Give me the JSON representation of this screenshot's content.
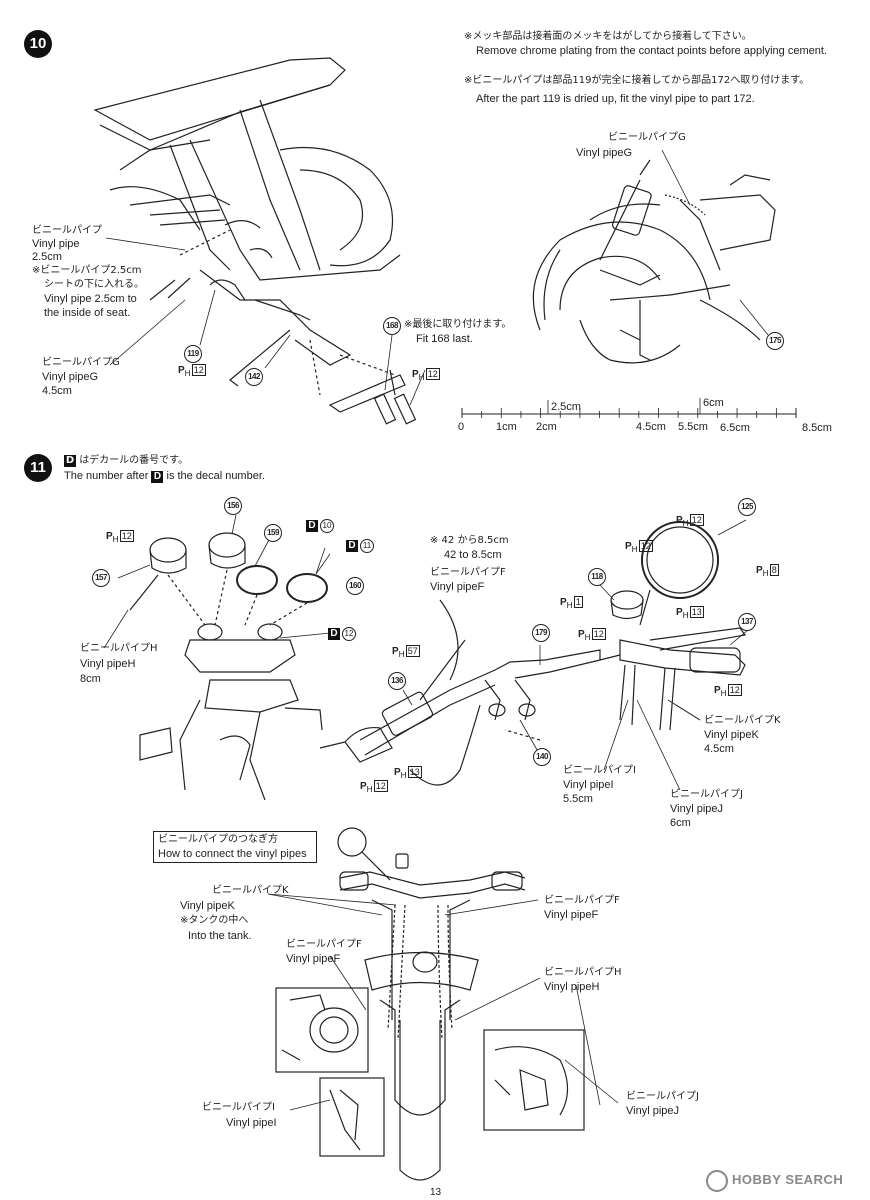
{
  "step10": {
    "number": "10",
    "note1_jp": "※メッキ部品は接着面のメッキをはがしてから接着して下さい。",
    "note1_en": "Remove chrome plating from the contact points before applying cement.",
    "note2_jp": "※ビニールパイプは部品119が完全に接着してから部品172へ取り付けます。",
    "note2_en": "After the part 119 is dried up, fit the vinyl pipe to part 172.",
    "vinyl_g_top_jp": "ビニールパイプG",
    "vinyl_g_top_en": "Vinyl pipeG",
    "vinyl_left_jp": "ビニールパイプ",
    "vinyl_left_en": "Vinyl pipe",
    "vinyl_left_len": "2.5cm",
    "seat_jp1": "※ビニールパイプ2.5cm",
    "seat_jp2": "シートの下に入れる。",
    "seat_en1": "Vinyl pipe 2.5cm to",
    "seat_en2": "the inside of seat.",
    "vinyl_g_jp": "ビニールパイプG",
    "vinyl_g_en": "Vinyl pipeG",
    "vinyl_g_len": "4.5cm",
    "fit_last_jp": "※最後に取り付けます。",
    "fit_last_en": "Fit 168 last.",
    "parts": {
      "p119": "119",
      "p142": "142",
      "p168": "168",
      "p175": "175"
    },
    "ph12": "12"
  },
  "ruler": {
    "ticks": [
      "0",
      "1cm",
      "2cm",
      "4.5cm",
      "5.5cm",
      "6.5cm",
      "8.5cm"
    ],
    "upper": [
      "2.5cm",
      "6cm"
    ]
  },
  "step11": {
    "number": "11",
    "decal_jp": "はデカールの番号です。",
    "decal_en_a": "The number after",
    "decal_en_b": "is the decal number.",
    "d_letter": "D",
    "parts": {
      "p156": "156",
      "p157": "157",
      "p159": "159",
      "p160": "160",
      "p118": "118",
      "p125": "125",
      "p136": "136",
      "p137": "137",
      "p140": "140",
      "p179": "179"
    },
    "decals": {
      "d10": "10",
      "d11": "11",
      "d12": "12"
    },
    "ph": {
      "a": "12",
      "b": "12",
      "c": "57",
      "d": "12",
      "e": "13",
      "f": "1",
      "g": "12",
      "h": "13",
      "i": "12",
      "j": "8",
      "k": "12"
    },
    "p42_jp": "※ 42 から8.5cm",
    "p42_en": "42 to 8.5cm",
    "vinyl_f_jp": "ビニールパイプF",
    "vinyl_f_en": "Vinyl pipeF",
    "vinyl_h_jp": "ビニールパイプH",
    "vinyl_h_en": "Vinyl pipeH",
    "vinyl_h_len": "8cm",
    "vinyl_k_jp": "ビニールパイプK",
    "vinyl_k_en": "Vinyl pipeK",
    "vinyl_k_len": "4.5cm",
    "vinyl_i_jp": "ビニールパイプI",
    "vinyl_i_en": "Vinyl pipeI",
    "vinyl_i_len": "5.5cm",
    "vinyl_j_jp": "ビニールパイプJ",
    "vinyl_j_en": "Vinyl pipeJ",
    "vinyl_j_len": "6cm"
  },
  "connect": {
    "title_jp": "ビニールパイプのつなぎ方",
    "title_en": "How to connect the vinyl pipes",
    "k_jp": "ビニールパイプK",
    "k_en": "Vinyl pipeK",
    "tank_jp": "※タンクの中へ",
    "tank_en": "Into the tank.",
    "f_jp": "ビニールパイプF",
    "f_en": "Vinyl pipeF",
    "f2_jp": "ビニールパイプF",
    "f2_en": "Vinyl pipeF",
    "h_jp": "ビニールパイプH",
    "h_en": "Vinyl pipeH",
    "i_jp": "ビニールパイプI",
    "i_en": "Vinyl pipeI",
    "j_jp": "ビニールパイプJ",
    "j_en": "Vinyl pipeJ"
  },
  "footer": {
    "page": "13",
    "watermark": "HOBBY SEARCH"
  },
  "colors": {
    "ink": "#222222",
    "paper": "#ffffff"
  }
}
